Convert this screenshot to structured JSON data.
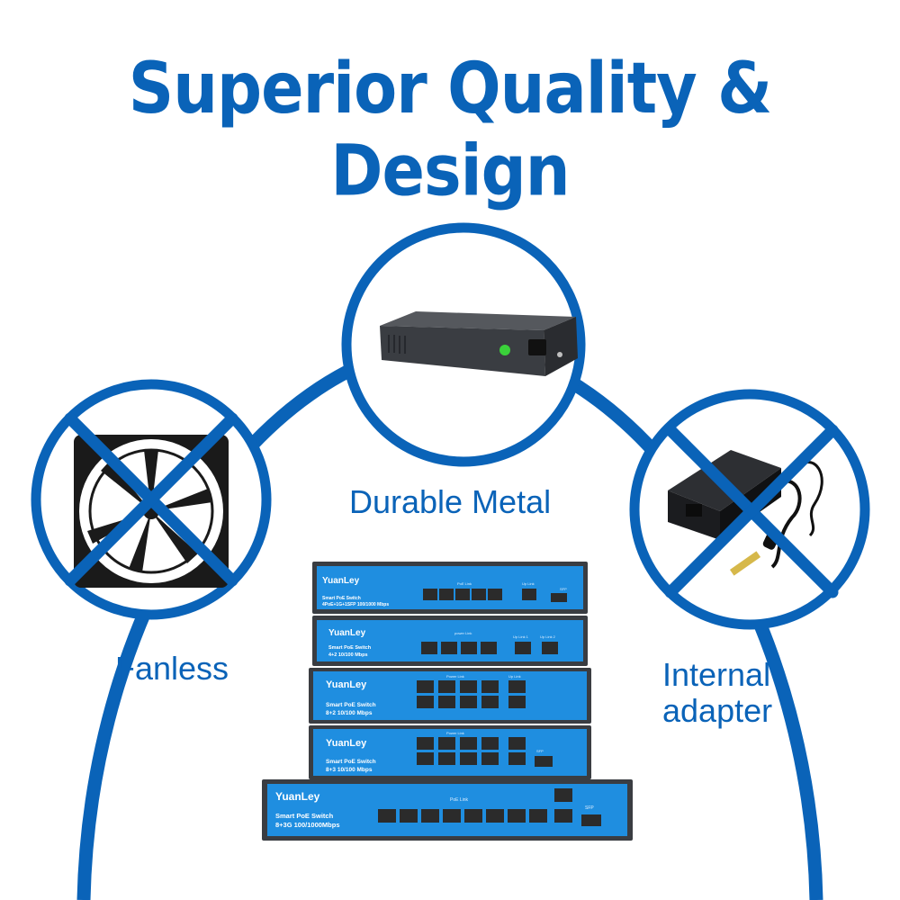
{
  "heading": "Superior Quality & Design",
  "features": {
    "fanless": "Fanless",
    "durable_metal": "Durable Metal",
    "internal_adapter_line1": "Internal",
    "internal_adapter_line2": "adapter"
  },
  "colors": {
    "accent": "#0a63b8",
    "panel": "#1f8ee0",
    "housing": "#3a3d42"
  },
  "icons": [
    "fan-icon",
    "metal-switch-photo",
    "power-adapter-photo",
    "cross-out-icon"
  ],
  "switches": [
    {
      "brand": "YuanLey",
      "model_line1": "Smart PoE Switch",
      "model_line2": "4PoE+1G+1SFP 100/1000 Mbps",
      "top_label": "PoE Link",
      "side_label": "Up Link",
      "sfp_label": "SFP"
    },
    {
      "brand": "YuanLey",
      "model_line1": "Smart PoE Switch",
      "model_line2": "4+2 10/100 Mbps",
      "top_label": "power Link",
      "side_label1": "Up Link 1",
      "side_label2": "Up Link 2"
    },
    {
      "brand": "YuanLey",
      "model_line1": "Smart PoE Switch",
      "model_line2": "8+2 10/100 Mbps",
      "top_label": "Power Link",
      "side_label": "Up Link"
    },
    {
      "brand": "YuanLey",
      "model_line1": "Smart PoE Switch",
      "model_line2": "8+3 10/100 Mbps",
      "top_label": "Power Link",
      "sfp_label": "SFP"
    },
    {
      "brand": "YuanLey",
      "model_line1": "Smart PoE Switch",
      "model_line2": "8+3G 100/1000Mbps",
      "top_label": "PoE Link",
      "sfp_label": "SFP"
    }
  ]
}
